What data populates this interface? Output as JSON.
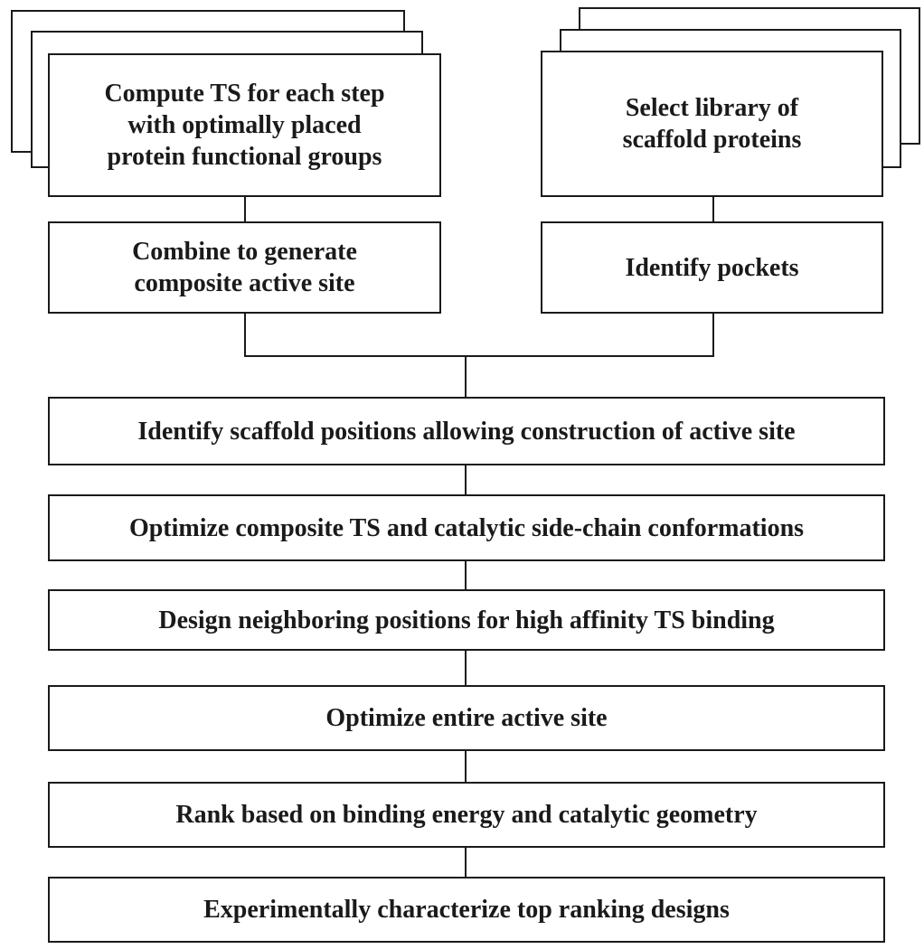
{
  "top_left": {
    "compute_ts": "Compute TS for each step\nwith optimally placed\nprotein functional groups",
    "combine": "Combine to generate\ncomposite active site"
  },
  "top_right": {
    "select_library": "Select library of\nscaffold proteins",
    "identify_pockets": "Identify pockets"
  },
  "steps": [
    "Identify scaffold positions allowing construction of active site",
    "Optimize composite TS and catalytic side-chain conformations",
    "Design neighboring positions for high affinity TS binding",
    "Optimize entire active site",
    "Rank based on binding energy and catalytic geometry",
    "Experimentally characterize top ranking designs"
  ]
}
